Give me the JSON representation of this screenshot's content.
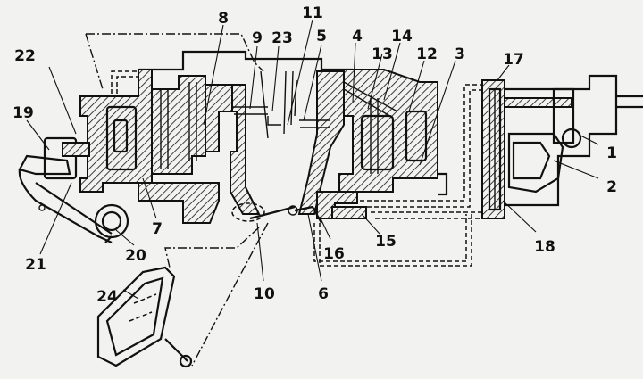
{
  "figure": {
    "callouts": [
      {
        "id": "c1",
        "text": "1"
      },
      {
        "id": "c2",
        "text": "2"
      },
      {
        "id": "c3",
        "text": "3"
      },
      {
        "id": "c4",
        "text": "4"
      },
      {
        "id": "c5",
        "text": "5"
      },
      {
        "id": "c6",
        "text": "6"
      },
      {
        "id": "c7",
        "text": "7"
      },
      {
        "id": "c8",
        "text": "8"
      },
      {
        "id": "c9",
        "text": "9"
      },
      {
        "id": "c10",
        "text": "10"
      },
      {
        "id": "c11",
        "text": "11"
      },
      {
        "id": "c12",
        "text": "12"
      },
      {
        "id": "c13",
        "text": "13"
      },
      {
        "id": "c14",
        "text": "14"
      },
      {
        "id": "c15",
        "text": "15"
      },
      {
        "id": "c16",
        "text": "16"
      },
      {
        "id": "c17",
        "text": "17"
      },
      {
        "id": "c18",
        "text": "18"
      },
      {
        "id": "c19",
        "text": "19"
      },
      {
        "id": "c20",
        "text": "20"
      },
      {
        "id": "c21",
        "text": "21"
      },
      {
        "id": "c22",
        "text": "22"
      },
      {
        "id": "c23",
        "text": "23"
      },
      {
        "id": "c24",
        "text": "24"
      }
    ]
  }
}
